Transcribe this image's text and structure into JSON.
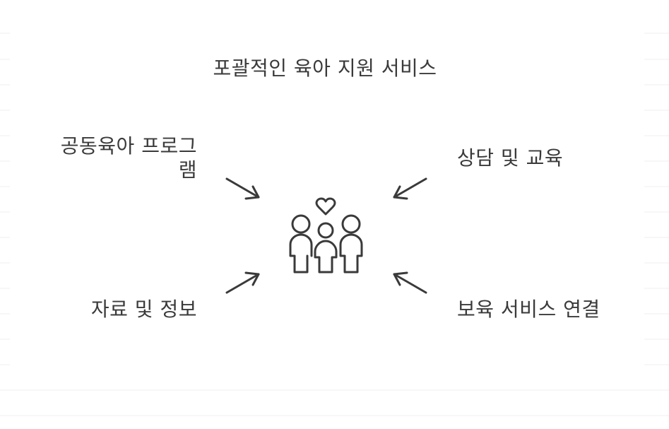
{
  "title": "포괄적인 육아 지원 서비스",
  "items": {
    "top_left": "공동육아 프로그\n램",
    "top_right": "상담 및 교육",
    "bottom_left": "자료 및 정보",
    "bottom_right": "보육 서비스 연결"
  },
  "center_icon": "family-with-heart-icon",
  "colors": {
    "text": "#3a3a3a",
    "stroke": "#3a3a3a",
    "grid": "#ececec",
    "background": "#ffffff"
  }
}
